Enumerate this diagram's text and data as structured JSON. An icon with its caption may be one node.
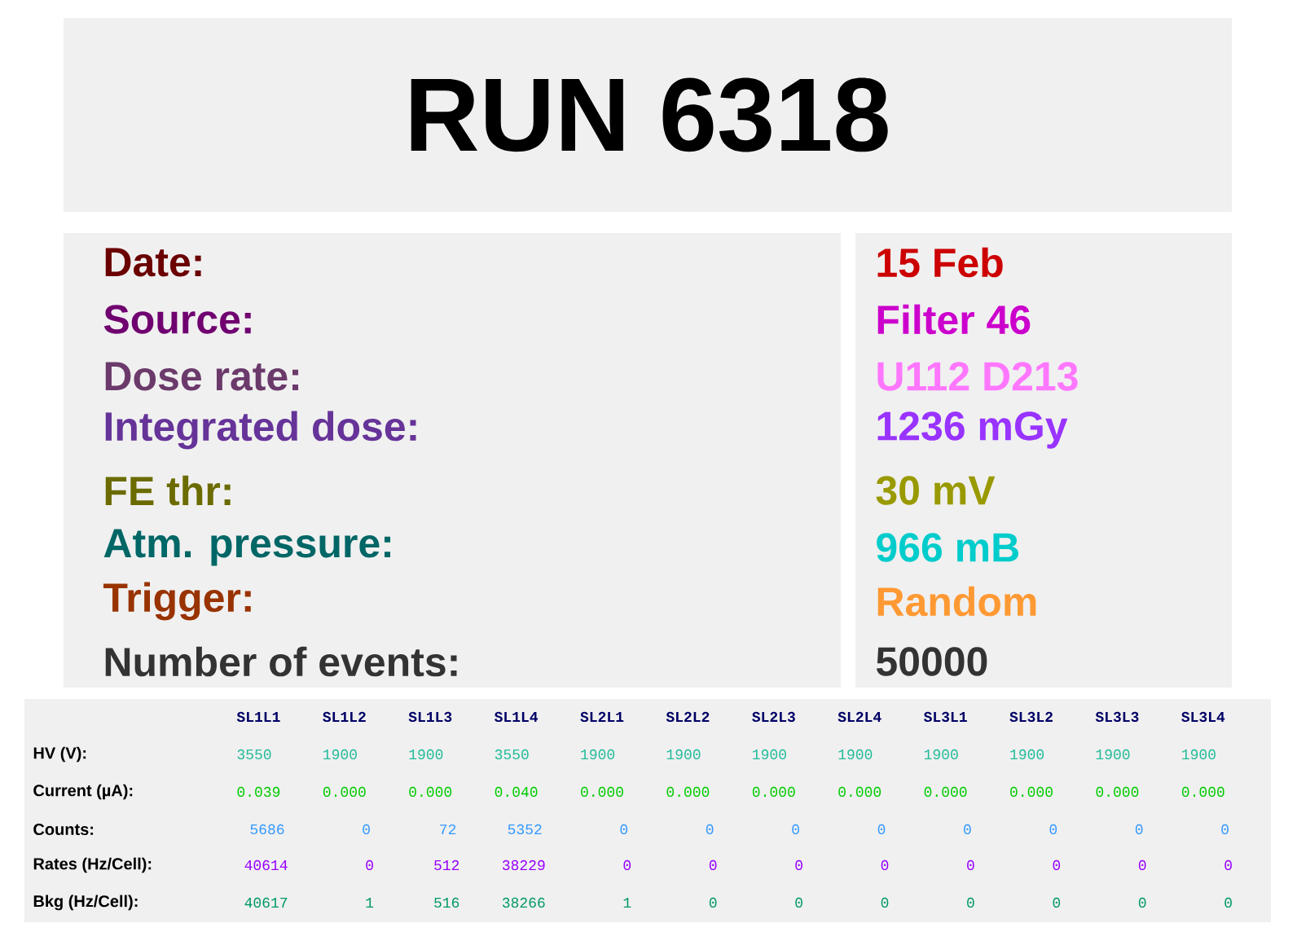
{
  "diagram": {
    "nodes": [
      {
        "text": [
          "RUN 6318"
        ]
      },
      {
        "text": [
          "Date:",
          "Source:",
          "Dose rate:",
          "Integrated dose:",
          "FE thr:",
          "Atm. pressure:",
          "Trigger:",
          "Number of events:"
        ]
      },
      {
        "text": [
          "15 Feb",
          "Filter 46",
          "U112 D213",
          "1236 mGy",
          "30 mV",
          "966 mB",
          "Random",
          "50000"
        ]
      }
    ],
    "labels": [
      "SL1L1",
      "SL1L2",
      "SL1L3",
      "SL1L4",
      "SL2L1",
      "SL2L2",
      "SL2L3",
      "SL2L4",
      "SL3L1",
      "SL3L2",
      "SL3L3",
      "SL3L4",
      "HV (V):",
      "3550",
      "1900",
      "1900",
      "3550",
      "1900",
      "1900",
      "1900",
      "1900",
      "1900",
      "1900",
      "1900",
      "1900",
      "Current (µA):",
      "0.039",
      "0.000",
      "0.000",
      "0.040",
      "0.000",
      "0.000",
      "0.000",
      "0.000",
      "0.000",
      "0.000",
      "0.000",
      "0.000",
      "Counts:",
      "5686",
      "0",
      "72",
      "5352",
      "0",
      "0",
      "0",
      "0",
      "0",
      "0",
      "0",
      "0",
      "Rates (Hz/Cell):",
      "40614",
      "0",
      "512",
      "38229",
      "0",
      "0",
      "0",
      "0",
      "0",
      "0",
      "0",
      "0",
      "Bkg (Hz/Cell):",
      "40617",
      "1",
      "516",
      "38266",
      "1",
      "0",
      "0",
      "0",
      "0",
      "0",
      "0",
      "0"
    ]
  }
}
